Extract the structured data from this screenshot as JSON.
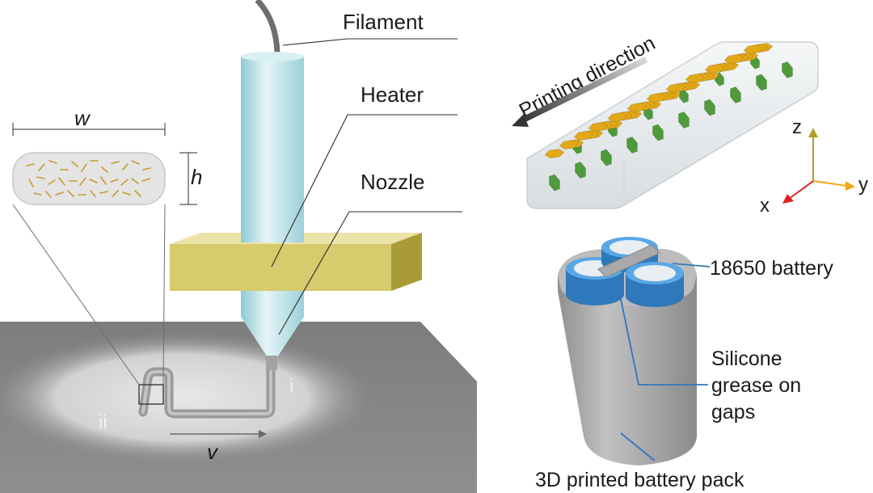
{
  "left_panel": {
    "labels": {
      "filament": "Filament",
      "heater": "Heater",
      "nozzle": "Nozzle",
      "width": "w",
      "height": "h",
      "velocity": "v",
      "region_i": "i",
      "region_ii": "ii"
    },
    "colors": {
      "nozzle": "#bfe6ec",
      "heater": "#d6cb6d",
      "bed": "#8a8a8a",
      "filament_strand": "#a3a3a3"
    }
  },
  "right_panel": {
    "labels": {
      "printing_direction": "Printing direction",
      "axis_z": "z",
      "axis_x": "x",
      "axis_y": "y",
      "battery": "18650 battery",
      "silicone_line1": "Silicone",
      "silicone_line2": "grease on",
      "silicone_line3": "gaps",
      "pack": "3D printed battery pack"
    },
    "colors": {
      "platelet_yellow": "#e2a818",
      "platelet_green": "#4f9a3c",
      "axis_z": "#b59a2a",
      "axis_x": "#e0201b",
      "axis_y": "#f0a818",
      "battery_ring": "#3f8fd2",
      "pack_body": "#a6a6a6"
    }
  }
}
